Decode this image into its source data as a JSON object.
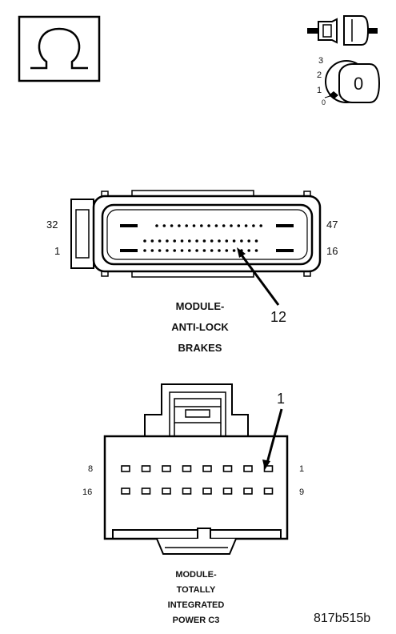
{
  "key_positions": [
    "3",
    "2",
    "1",
    "0"
  ],
  "key_state": "0",
  "abs_connector": {
    "pin_top_left": "32",
    "pin_top_right": "47",
    "pin_bottom_left": "1",
    "pin_bottom_right": "16",
    "callout": "12",
    "title_lines": [
      "MODULE-",
      "ANTI-LOCK",
      "BRAKES"
    ]
  },
  "tipm_connector": {
    "pin_top_left": "8",
    "pin_top_right": "1",
    "pin_bottom_left": "16",
    "pin_bottom_right": "9",
    "callout": "1",
    "title_lines": [
      "MODULE-",
      "TOTALLY",
      "INTEGRATED",
      "POWER C3"
    ]
  },
  "figure_id": "817b515b",
  "icons": [
    "ohmmeter-icon",
    "disconnected-connector-icon",
    "ignition-key-icon"
  ]
}
